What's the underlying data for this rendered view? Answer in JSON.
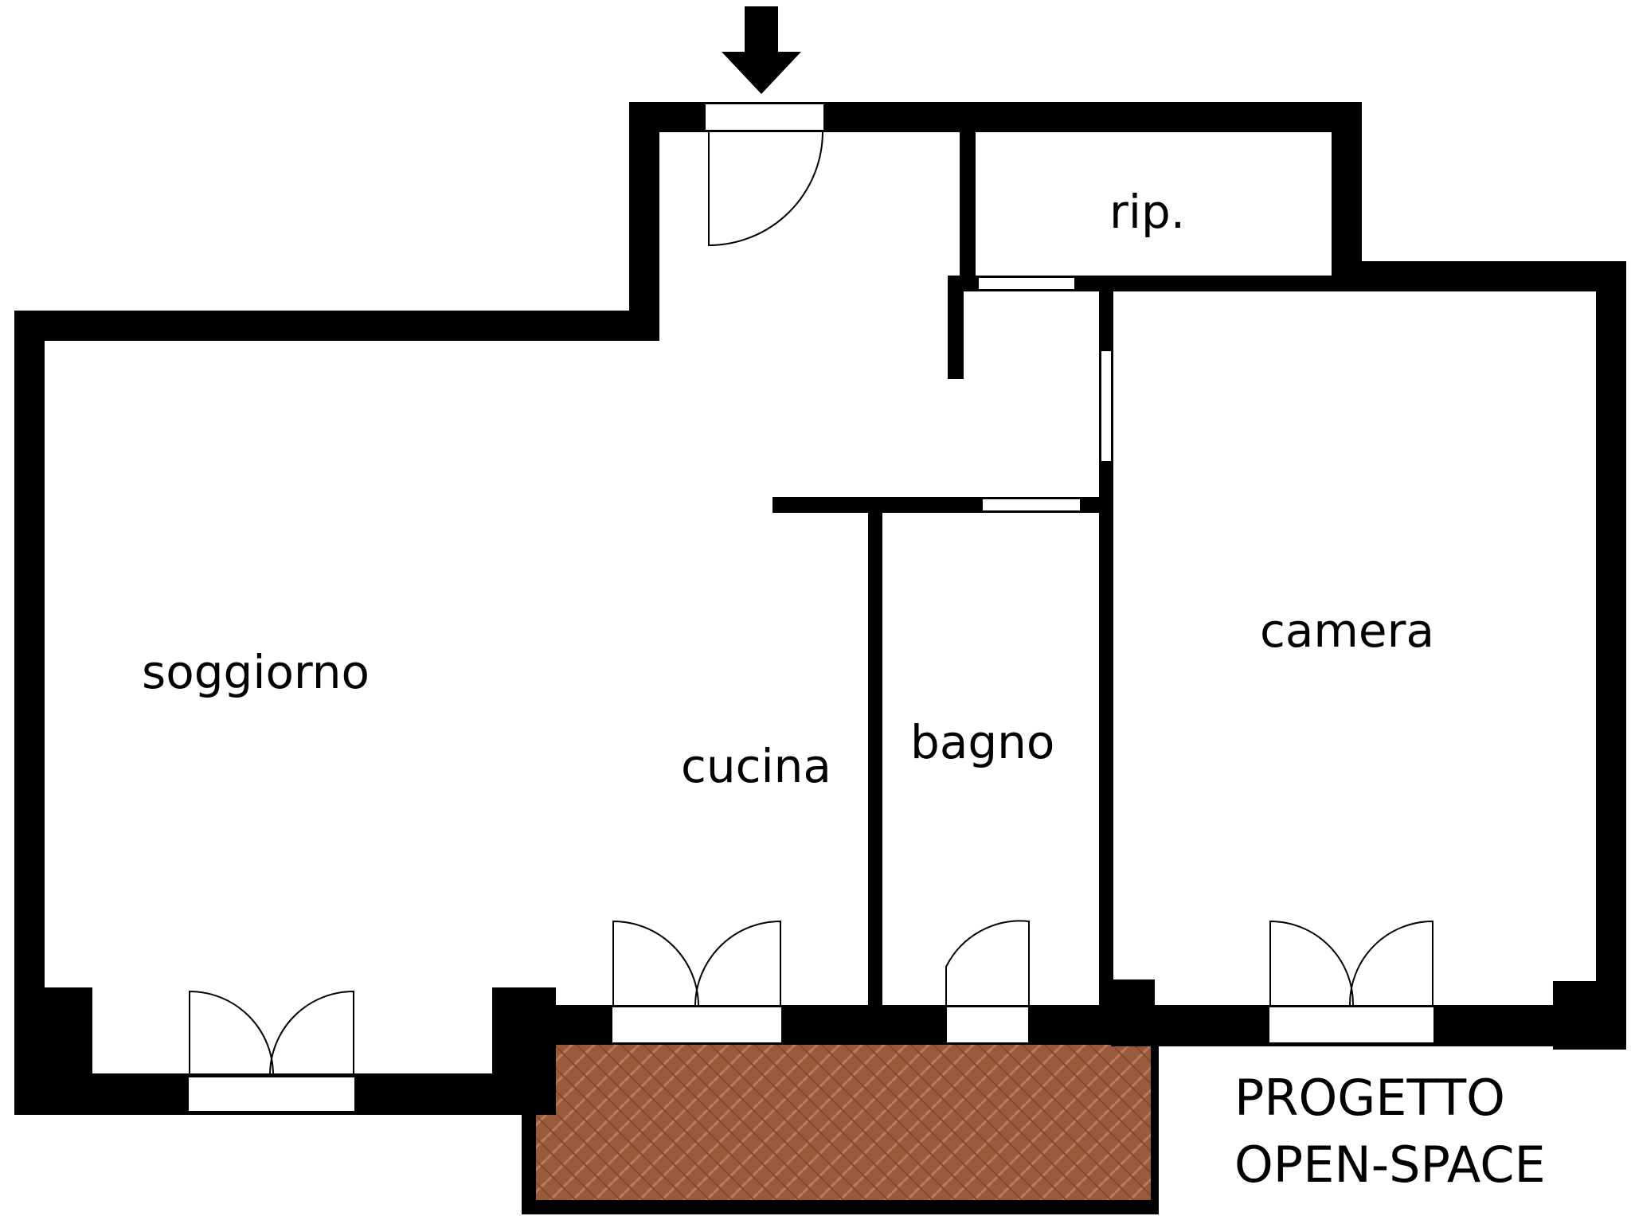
{
  "rooms": {
    "soggiorno": "soggiorno",
    "cucina": "cucina",
    "bagno": "bagno",
    "camera": "camera",
    "ripostiglio": "rip."
  },
  "project": {
    "line1": "PROGETTO",
    "line2": "OPEN-SPACE"
  },
  "colors": {
    "wall": "#000000",
    "floor": "#ffffff",
    "terrace": "#9a5a3c",
    "terrace_pattern": "#b97b5d"
  },
  "icons": {
    "entrance": "down-arrow-icon"
  }
}
